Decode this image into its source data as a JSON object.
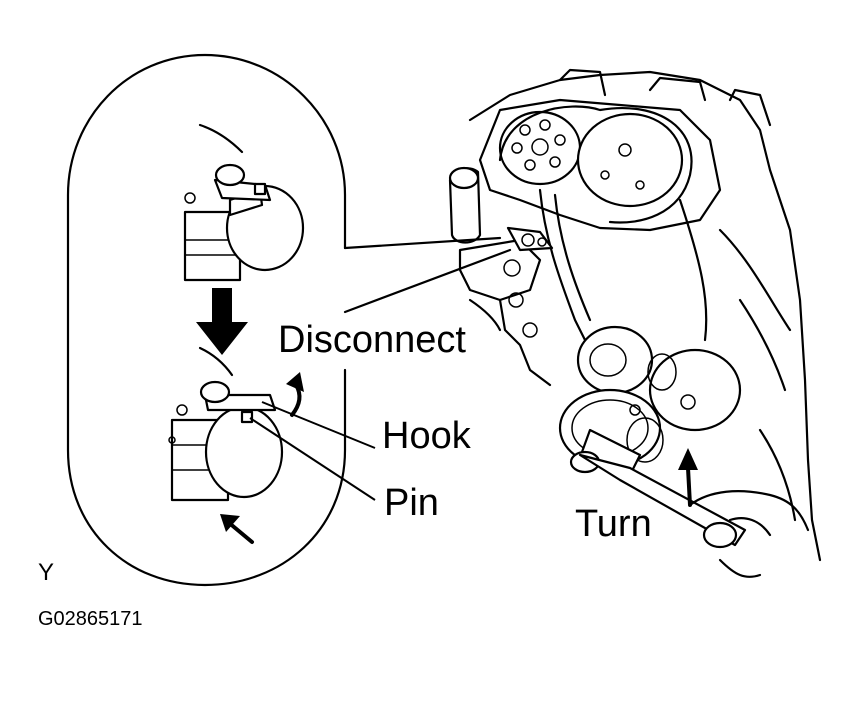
{
  "labels": {
    "disconnect": "Disconnect",
    "hook": "Hook",
    "pin": "Pin",
    "turn": "Turn"
  },
  "view_marker": "Y",
  "figure_code": "G02865171"
}
